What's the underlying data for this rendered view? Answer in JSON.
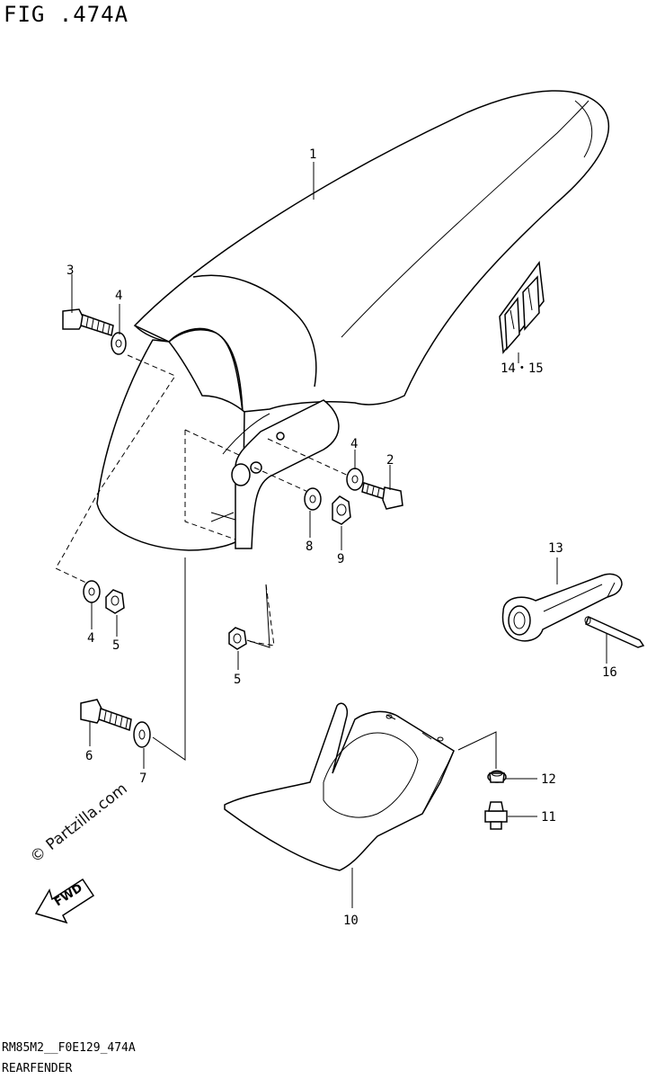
{
  "figure": {
    "title": "FIG .474A",
    "code": "RM85M2__F0E129_474A",
    "name": "REARFENDER",
    "watermark": "© Partzilla.com",
    "fwd_label": "FWD"
  },
  "callouts": [
    {
      "id": "c1",
      "text": "1"
    },
    {
      "id": "c2",
      "text": "2"
    },
    {
      "id": "c3",
      "text": "3"
    },
    {
      "id": "c4a",
      "text": "4"
    },
    {
      "id": "c4b",
      "text": "4"
    },
    {
      "id": "c4c",
      "text": "4"
    },
    {
      "id": "c5a",
      "text": "5"
    },
    {
      "id": "c5b",
      "text": "5"
    },
    {
      "id": "c6",
      "text": "6"
    },
    {
      "id": "c7",
      "text": "7"
    },
    {
      "id": "c8",
      "text": "8"
    },
    {
      "id": "c9",
      "text": "9"
    },
    {
      "id": "c10",
      "text": "10"
    },
    {
      "id": "c11",
      "text": "11"
    },
    {
      "id": "c12",
      "text": "12"
    },
    {
      "id": "c13",
      "text": "13"
    },
    {
      "id": "c1415",
      "text": "14・15"
    },
    {
      "id": "c16",
      "text": "16"
    }
  ]
}
